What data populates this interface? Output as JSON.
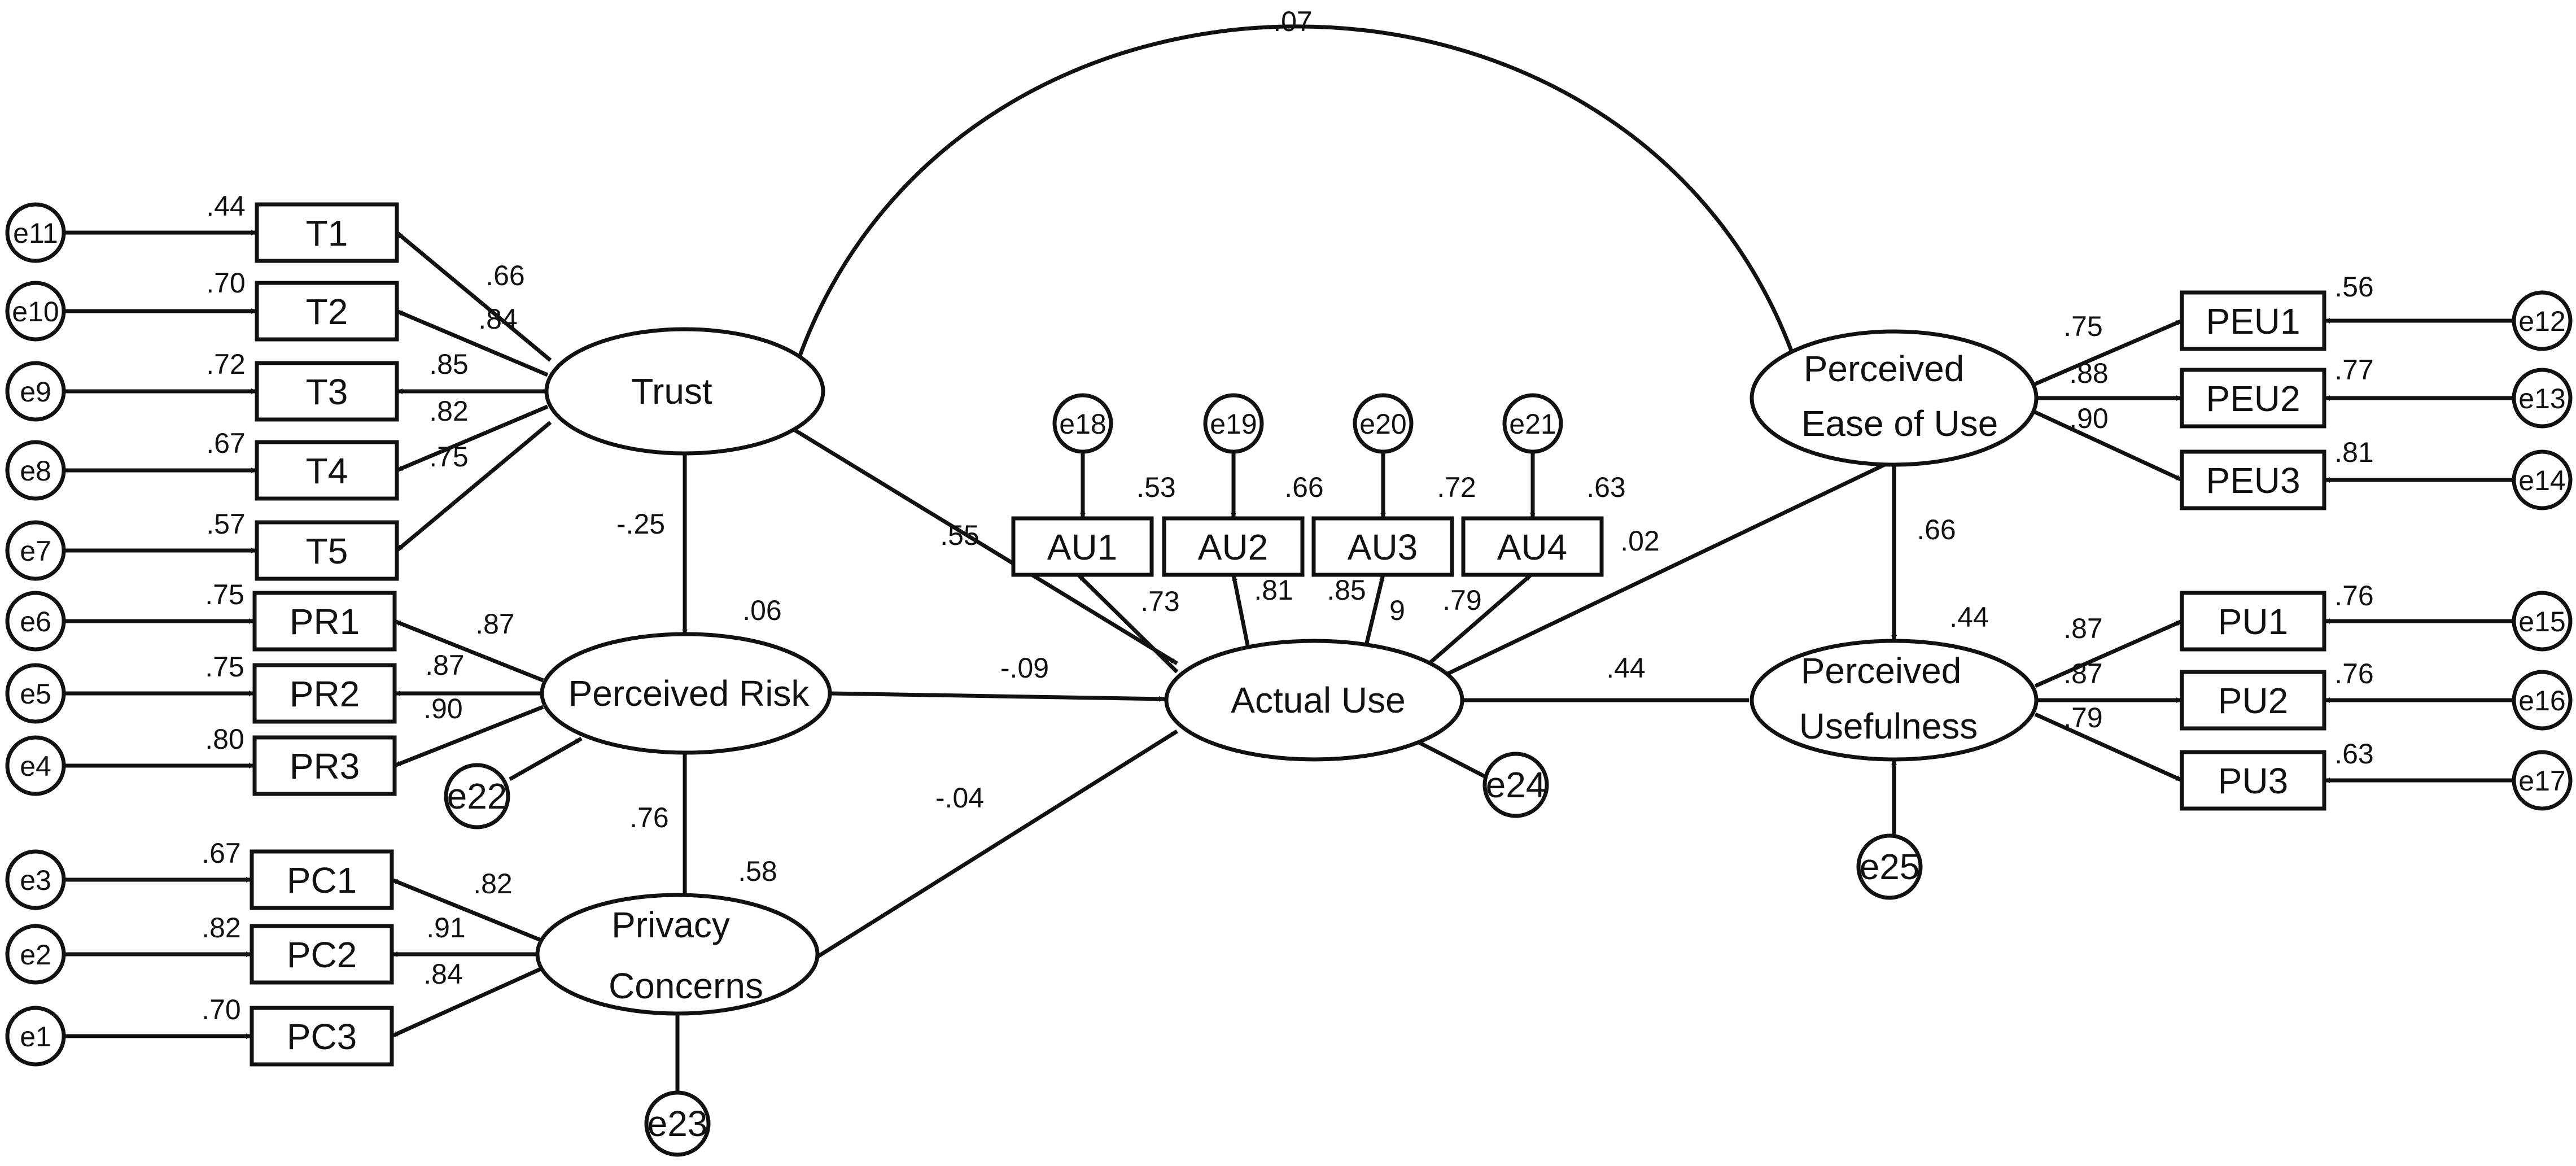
{
  "latents": {
    "trust": "Trust",
    "pr": "Perceived Risk",
    "pc_1": "Privacy",
    "pc_2": "Concerns",
    "au": "Actual Use",
    "peou_1": "Perceived",
    "peou_2": "Ease of Use",
    "pu_1": "Perceived",
    "pu_2": "Usefulness"
  },
  "indicators": {
    "T1": "T1",
    "T2": "T2",
    "T3": "T3",
    "T4": "T4",
    "T5": "T5",
    "PR1": "PR1",
    "PR2": "PR2",
    "PR3": "PR3",
    "PC1": "PC1",
    "PC2": "PC2",
    "PC3": "PC3",
    "AU1": "AU1",
    "AU2": "AU2",
    "AU3": "AU3",
    "AU4": "AU4",
    "PEU1": "PEU1",
    "PEU2": "PEU2",
    "PEU3": "PEU3",
    "PU1": "PU1",
    "PU2": "PU2",
    "PU3": "PU3"
  },
  "errors": {
    "e1": "e1",
    "e2": "e2",
    "e3": "e3",
    "e4": "e4",
    "e5": "e5",
    "e6": "e6",
    "e7": "e7",
    "e8": "e8",
    "e9": "e9",
    "e10": "e10",
    "e11": "e11",
    "e12": "e12",
    "e13": "e13",
    "e14": "e14",
    "e15": "e15",
    "e16": "e16",
    "e17": "e17",
    "e18": "e18",
    "e19": "e19",
    "e20": "e20",
    "e21": "e21",
    "e22": "e22",
    "e23": "e23",
    "e24": "e24",
    "e25": "e25"
  },
  "r2": {
    "T1": ".44",
    "T2": ".70",
    "T3": ".72",
    "T4": ".67",
    "T5": ".57",
    "PR1": ".75",
    "PR2": ".75",
    "PR3": ".80",
    "PC1": ".67",
    "PC2": ".82",
    "PC3": ".70",
    "AU1": ".53",
    "AU2": ".66",
    "AU3": ".72",
    "AU4": ".63",
    "PEU1": ".56",
    "PEU2": ".77",
    "PEU3": ".81",
    "PU1": ".76",
    "PU2": ".76",
    "PU3": ".63",
    "PR": ".06",
    "PC": ".58",
    "AU": ".02",
    "PU": ".44"
  },
  "loadings": {
    "T1": ".66",
    "T2": ".84",
    "T3": ".85",
    "T4": ".82",
    "T5": ".75",
    "PR1": ".87",
    "PR2": ".87",
    "PR3": ".90",
    "PC1": ".82",
    "PC2": ".91",
    "PC3": ".84",
    "AU1": ".73",
    "AU2": ".81",
    "AU3a": ".85",
    "AU3b": "9",
    "AU4": ".79",
    "PEU1": ".75",
    "PEU2": ".88",
    "PEU3": ".90",
    "PU1": ".87",
    "PU2": ".87",
    "PU3": ".79"
  },
  "paths": {
    "trust_peou_cov": ".07",
    "trust_pr": "-.25",
    "trust_au": ".55",
    "pr_au": "-.09",
    "pr_pc": ".76",
    "pc_au": "-.04",
    "peou_pu": ".66",
    "pu_au": ".44"
  }
}
